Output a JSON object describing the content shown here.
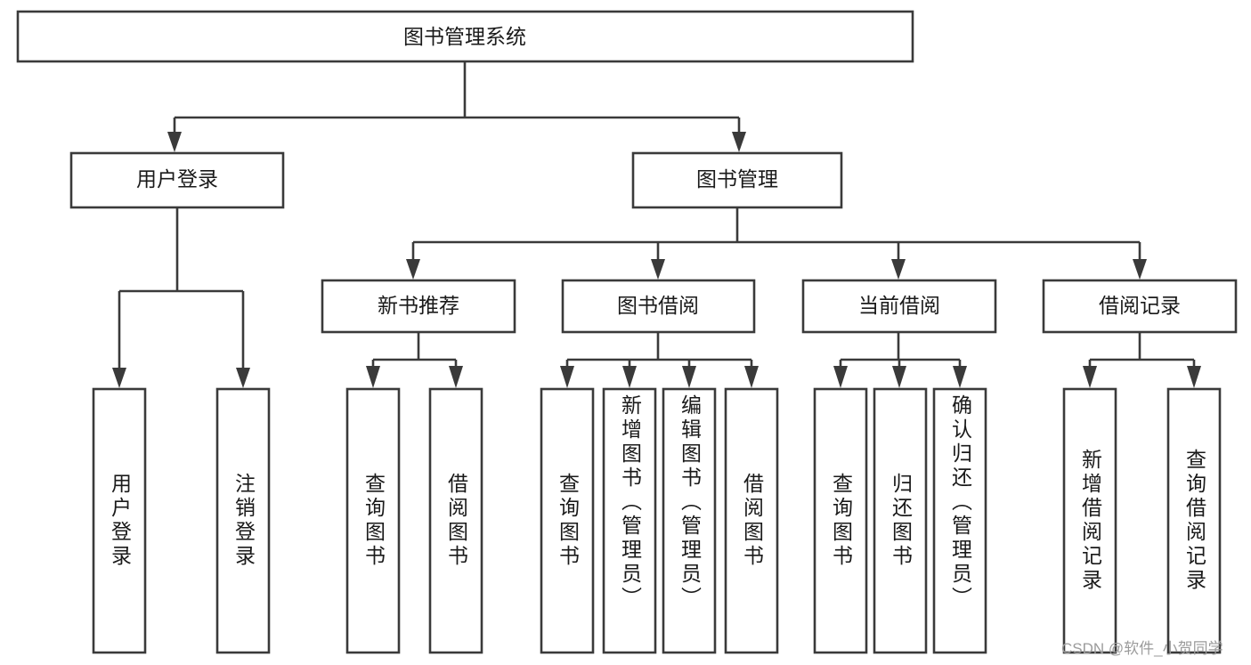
{
  "diagram": {
    "type": "tree-hierarchy",
    "title": "图书管理系统",
    "watermark": "CSDN @软件_小贺同学",
    "colors": {
      "box_stroke": "#3a3a3a",
      "box_fill": "#ffffff",
      "text": "#1a1a1a",
      "background": "#ffffff",
      "watermark": "#9b9b9b"
    },
    "root": {
      "label": "图书管理系统"
    },
    "level2": [
      {
        "label": "用户登录"
      },
      {
        "label": "图书管理"
      }
    ],
    "level3": [
      {
        "label": "新书推荐"
      },
      {
        "label": "图书借阅"
      },
      {
        "label": "当前借阅"
      },
      {
        "label": "借阅记录"
      }
    ],
    "leaves": {
      "user_login": [
        {
          "label": "用户登录"
        },
        {
          "label": "注销登录"
        }
      ],
      "new_book_recommend": [
        {
          "label": "查询图书"
        },
        {
          "label": "借阅图书"
        }
      ],
      "book_borrow": [
        {
          "label": "查询图书"
        },
        {
          "label": "新增图书（管理员）"
        },
        {
          "label": "编辑图书（管理员）"
        },
        {
          "label": "借阅图书"
        }
      ],
      "current_borrow": [
        {
          "label": "查询图书"
        },
        {
          "label": "归还图书"
        },
        {
          "label": "确认归还（管理员）"
        }
      ],
      "borrow_record": [
        {
          "label": "新增借阅记录"
        },
        {
          "label": "查询借阅记录"
        }
      ]
    }
  }
}
